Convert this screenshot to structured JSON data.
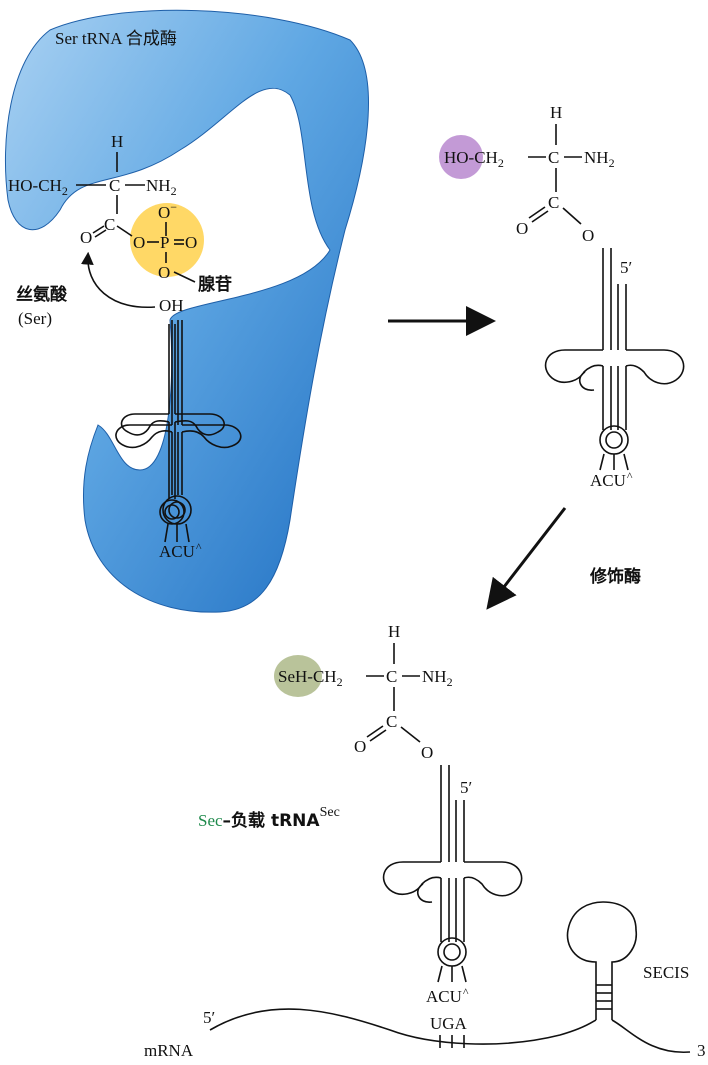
{
  "colors": {
    "enzyme": "#3b8fd6",
    "phosphate": "#ffd866",
    "hydroxyl_group": "#c39ad6",
    "selenol_group": "#b9c39a",
    "anticodon": "#7a2b8f",
    "sec_green": "#1f8a4c"
  },
  "enzyme_label": "Ser tRNA 合成酶",
  "panel1": {
    "serine_label": "丝氨酸",
    "ser_abbrev": "(Ser)",
    "adenosine_label": "腺苷",
    "hydroxyl_label": "OH",
    "hydrogen": "H",
    "side_group": "HO-CH",
    "alpha_c": "C",
    "amine": "NH",
    "carbonyl_o": "O",
    "carbon": "C",
    "phosphate_o_minus": "O",
    "phosphate_minus": "−",
    "phosphate_o_left": "O",
    "phosphate_p": "P",
    "phosphate_eq_o": "O",
    "phosphate_o_bottom": "O",
    "sub2": "2",
    "anticodon": "ACU"
  },
  "panel2": {
    "hydrogen": "H",
    "side_group": "HO-CH",
    "alpha_c": "C",
    "amine": "NH",
    "carbonyl_o": "O",
    "carbon": "C",
    "ester_o": "O",
    "sub2": "2",
    "five_prime": "5′",
    "anticodon": "ACU"
  },
  "modifying_enzyme_label": "修饰酶",
  "panel3": {
    "hydrogen": "H",
    "side_group": "SeH-CH",
    "alpha_c": "C",
    "amine": "NH",
    "carbonyl_o": "O",
    "carbon": "C",
    "ester_o": "O",
    "sub2": "2",
    "five_prime": "5′",
    "sec_label": "Sec",
    "loaded_label": "–负载 tRNA",
    "sec_superscript": "Sec",
    "anticodon": "ACU",
    "codon": "UGA",
    "mrna_label": "mRNA",
    "mrna_five_prime": "5′",
    "mrna_three_prime": "3",
    "secis_label": "SECIS"
  }
}
